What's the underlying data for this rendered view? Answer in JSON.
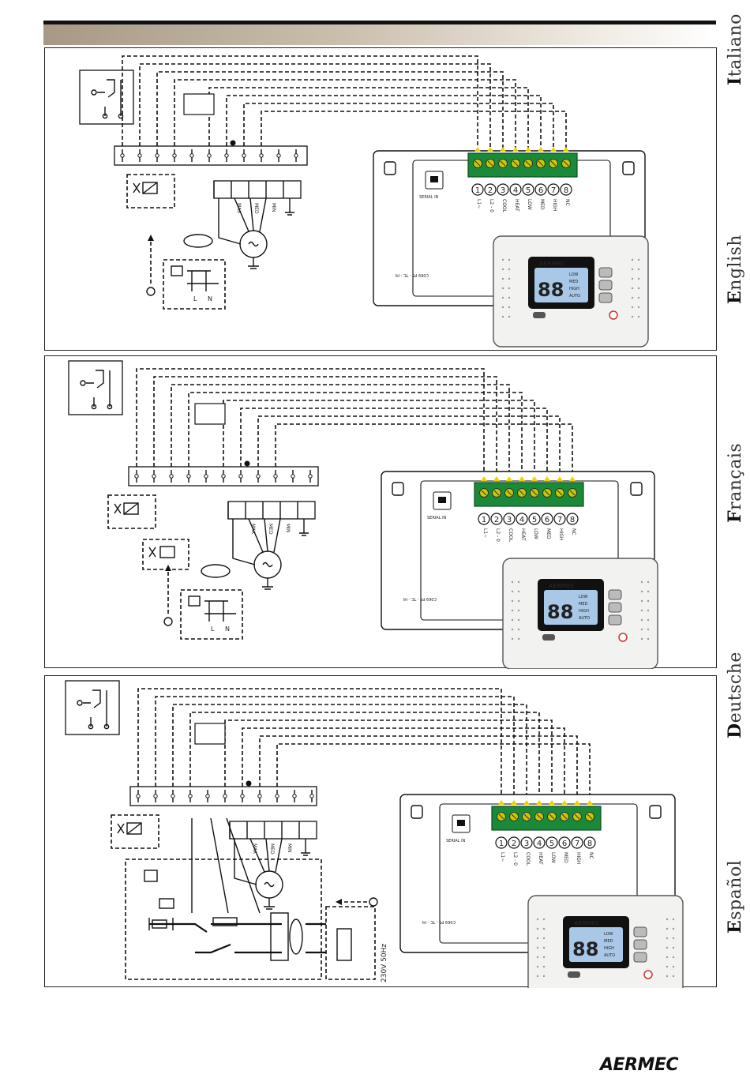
{
  "languages": [
    "Italiano",
    "English",
    "Français",
    "Deutsche",
    "Español"
  ],
  "brand": "AERMEC",
  "terminals": {
    "numbers": [
      "1",
      "2",
      "3",
      "4",
      "5",
      "6",
      "7",
      "8"
    ],
    "labels_12v": [
      "L1~",
      "L2 - 0",
      "COOL",
      "HEAT",
      "LOW",
      "MED",
      "HIGH",
      "NC"
    ],
    "labels_h": [
      "L1~",
      "L2 - 0",
      "COOL",
      "HEAT",
      "LOW",
      "MED",
      "HIGH",
      "NC"
    ]
  },
  "fan_speeds": [
    "MAX",
    "MED",
    "MIN"
  ],
  "device": {
    "brand": "AERMEC",
    "display": "88",
    "mode_labels": [
      "LOW",
      "MED",
      "HIGH",
      "AUTO"
    ],
    "part_code": "C069 PS - TC - HI"
  },
  "supply_label": "230V 50Hz",
  "line_labels": [
    "L",
    "N"
  ],
  "connector_label": "SERIAL IN"
}
